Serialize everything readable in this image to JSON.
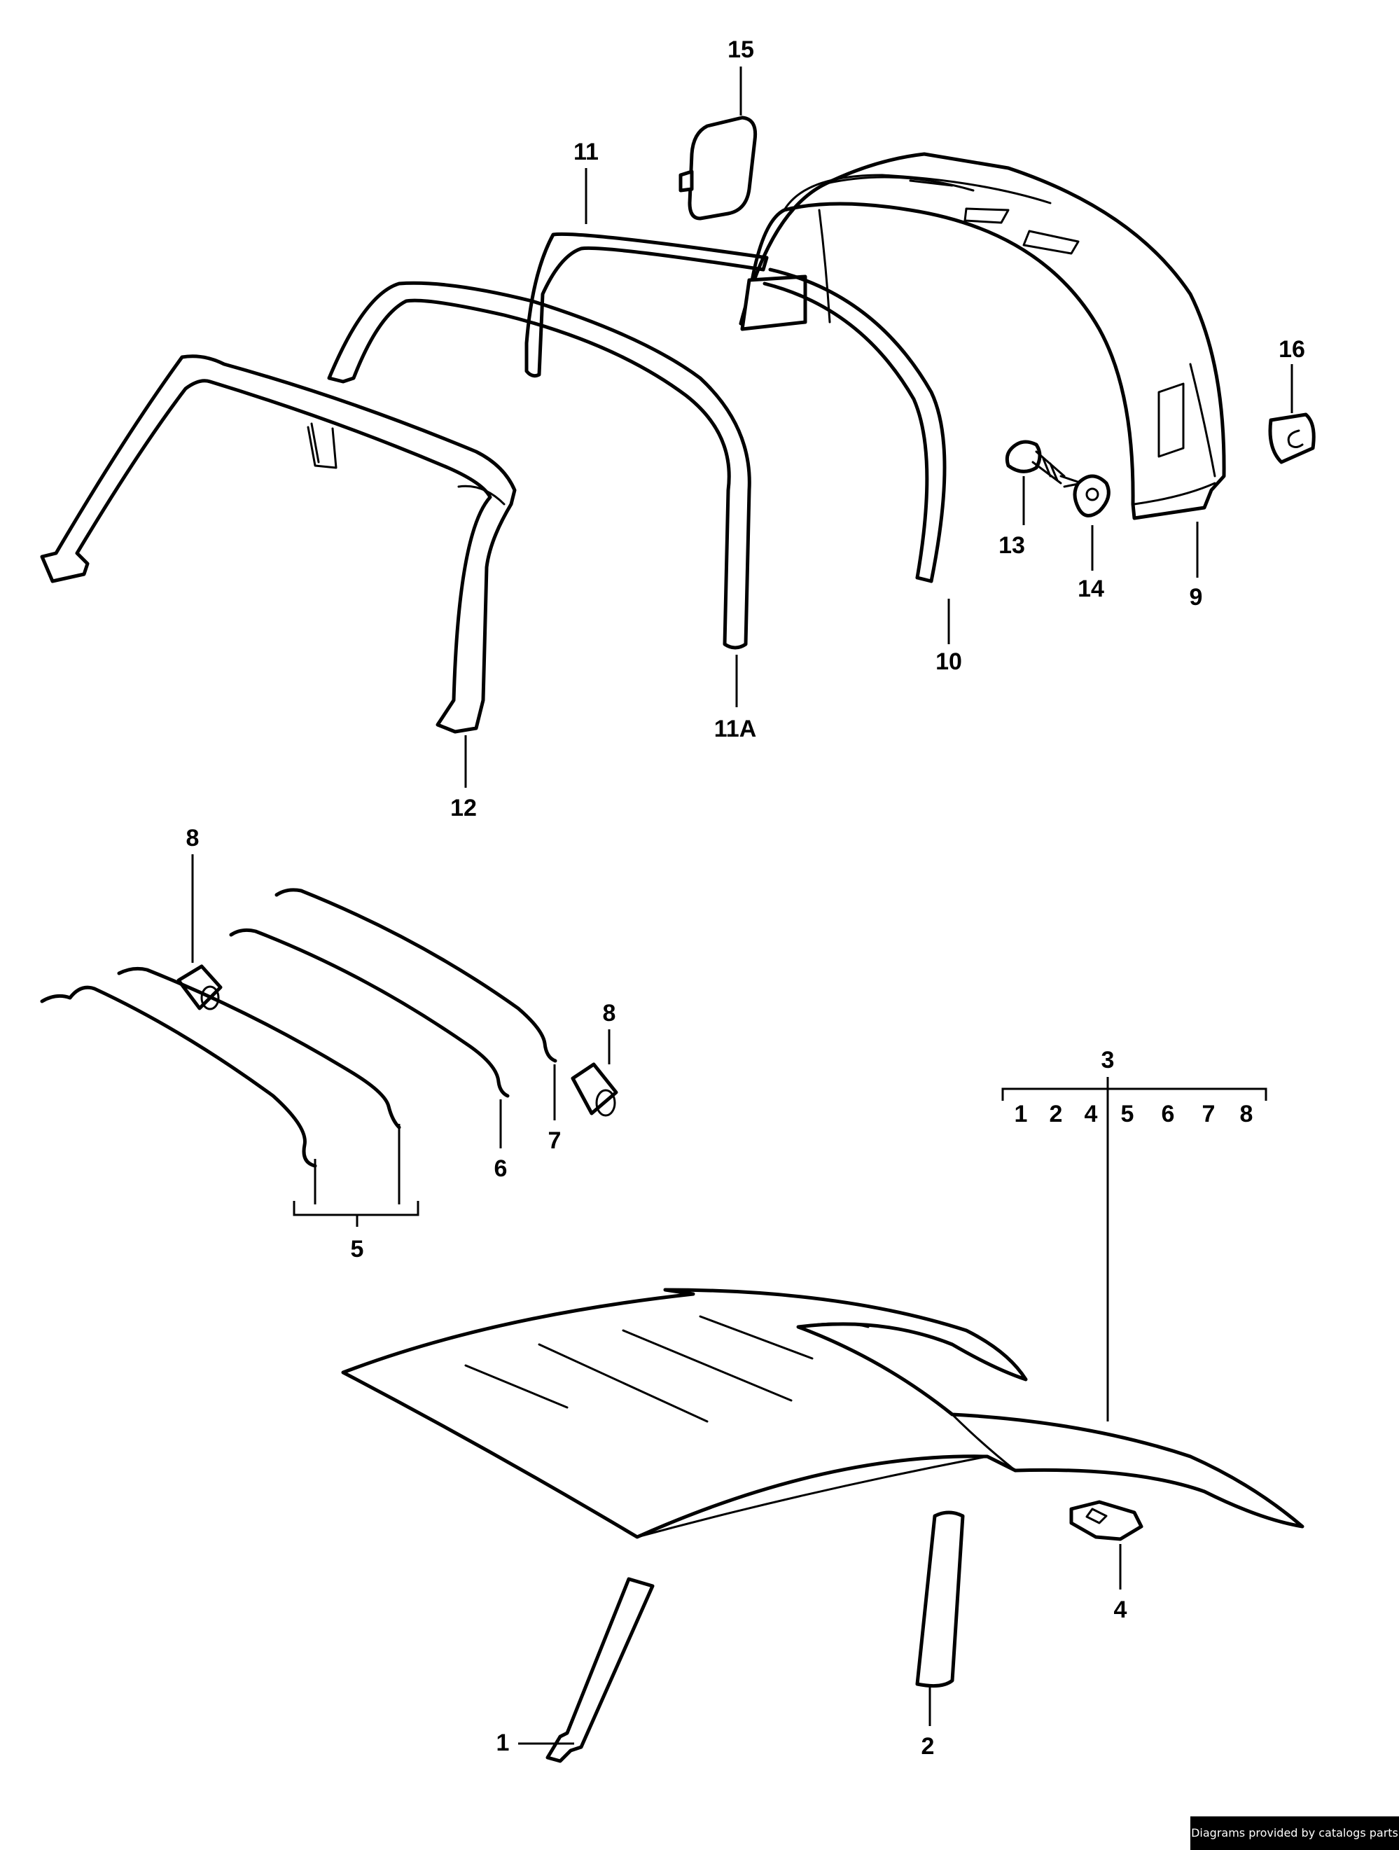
{
  "callouts": {
    "c15": "15",
    "c11": "11",
    "c16": "16",
    "c13": "13",
    "c14": "14",
    "c9": "9",
    "c10": "10",
    "c11a": "11A",
    "c12": "12",
    "c8a": "8",
    "c8b": "8",
    "c3": "3",
    "c6": "6",
    "c7": "7",
    "c5": "5",
    "c4": "4",
    "c1": "1",
    "c2": "2"
  },
  "bracket_3_items": [
    "1",
    "2",
    "4",
    "5",
    "6",
    "7",
    "8"
  ],
  "footer": "Diagrams provided by catalogs parts"
}
